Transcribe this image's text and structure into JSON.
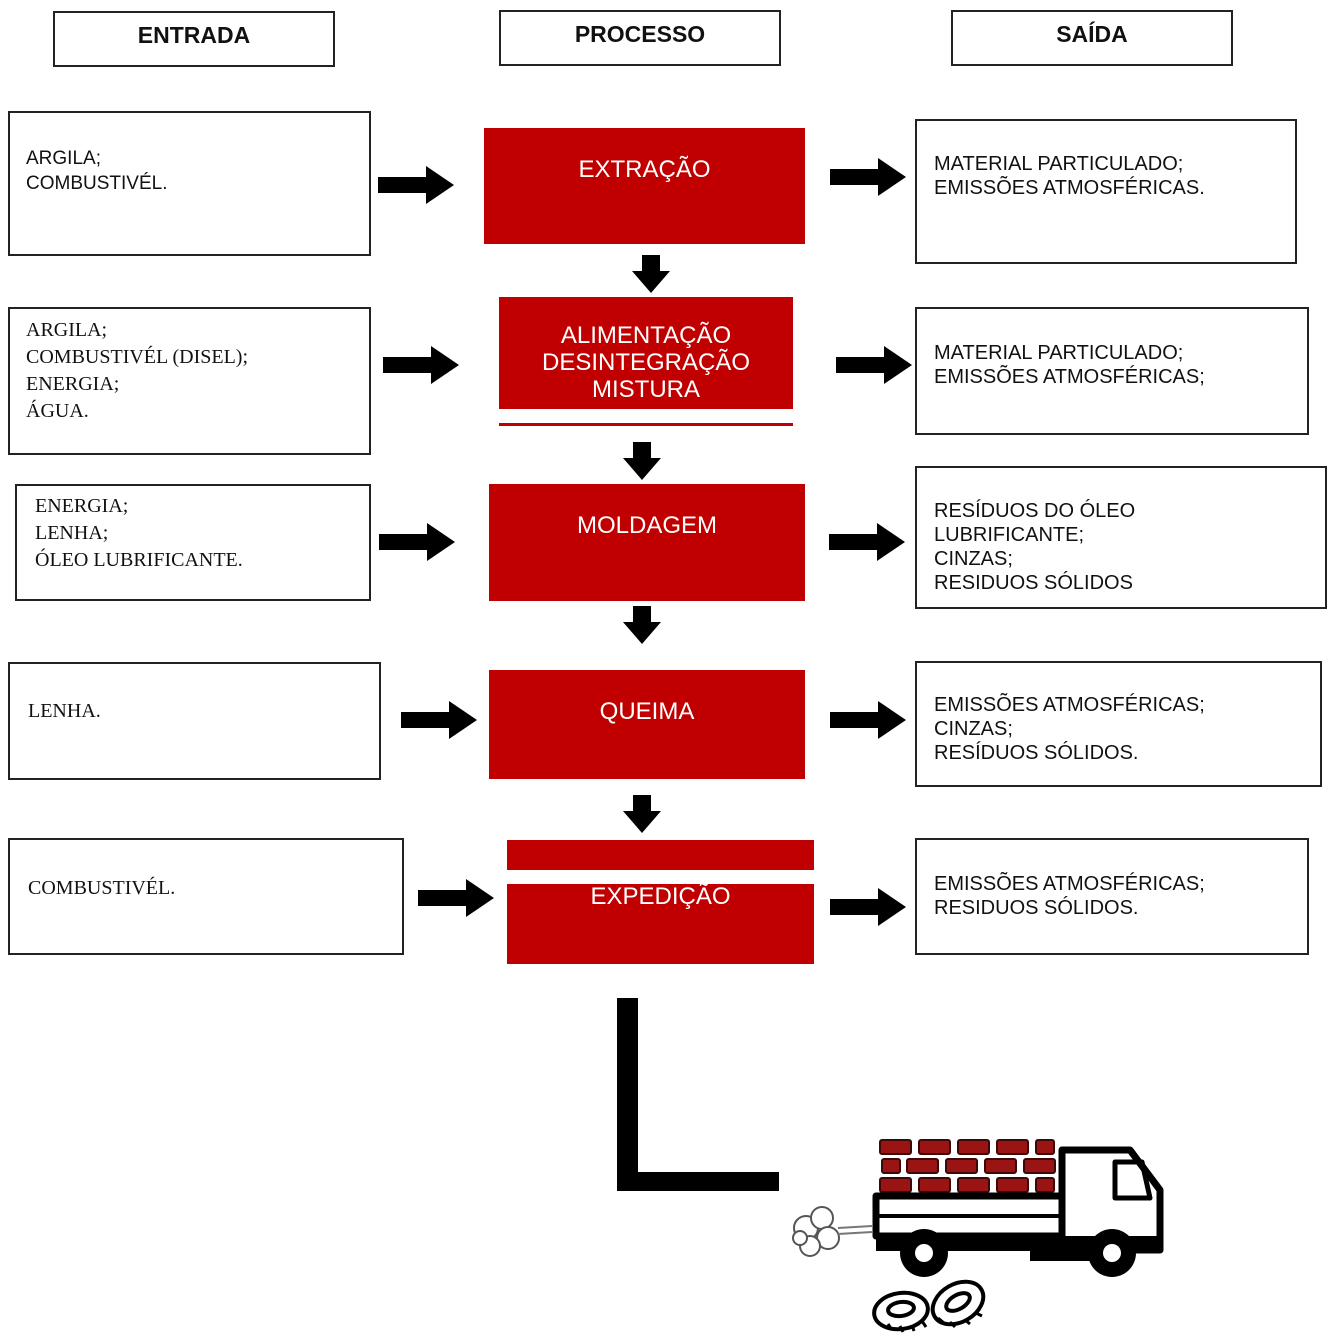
{
  "headers": {
    "input": "ENTRADA",
    "process": "PROCESSO",
    "output": "SAÍDA"
  },
  "stages": [
    {
      "process": [
        "EXTRAÇÃO"
      ],
      "inputs": [
        "ARGILA;",
        "COMBUSTIVÉL."
      ],
      "outputs": [
        "MATERIAL PARTICULADO;",
        "EMISSÕES ATMOSFÉRICAS."
      ]
    },
    {
      "process": [
        "ALIMENTAÇÃO",
        "DESINTEGRAÇÃO",
        "MISTURA"
      ],
      "inputs": [
        "ARGILA;",
        "COMBUSTIVÉL (DISEL);",
        "ENERGIA;",
        "ÁGUA."
      ],
      "outputs": [
        "MATERIAL PARTICULADO;",
        "EMISSÕES ATMOSFÉRICAS;"
      ]
    },
    {
      "process": [
        "MOLDAGEM"
      ],
      "inputs": [
        "ENERGIA;",
        "LENHA;",
        "ÓLEO LUBRIFICANTE."
      ],
      "outputs": [
        "RESÍDUOS DO ÓLEO",
        "LUBRIFICANTE;",
        "CINZAS;",
        "RESIDUOS SÓLIDOS"
      ]
    },
    {
      "process": [
        "QUEIMA"
      ],
      "inputs": [
        "LENHA."
      ],
      "outputs": [
        "EMISSÕES ATMOSFÉRICAS;",
        "CINZAS;",
        "RESÍDUOS SÓLIDOS."
      ]
    },
    {
      "process": [
        "EXPEDIÇÃO"
      ],
      "inputs": [
        "COMBUSTIVÉL."
      ],
      "outputs": [
        "EMISSÕES ATMOSFÉRICAS;",
        "RESIDUOS SÓLIDOS."
      ]
    }
  ],
  "colors": {
    "process_fill": "#c00000",
    "brick": "#9b1414",
    "ink": "#111111"
  },
  "illustration": {
    "icon": "delivery-truck-with-bricks-icon"
  }
}
